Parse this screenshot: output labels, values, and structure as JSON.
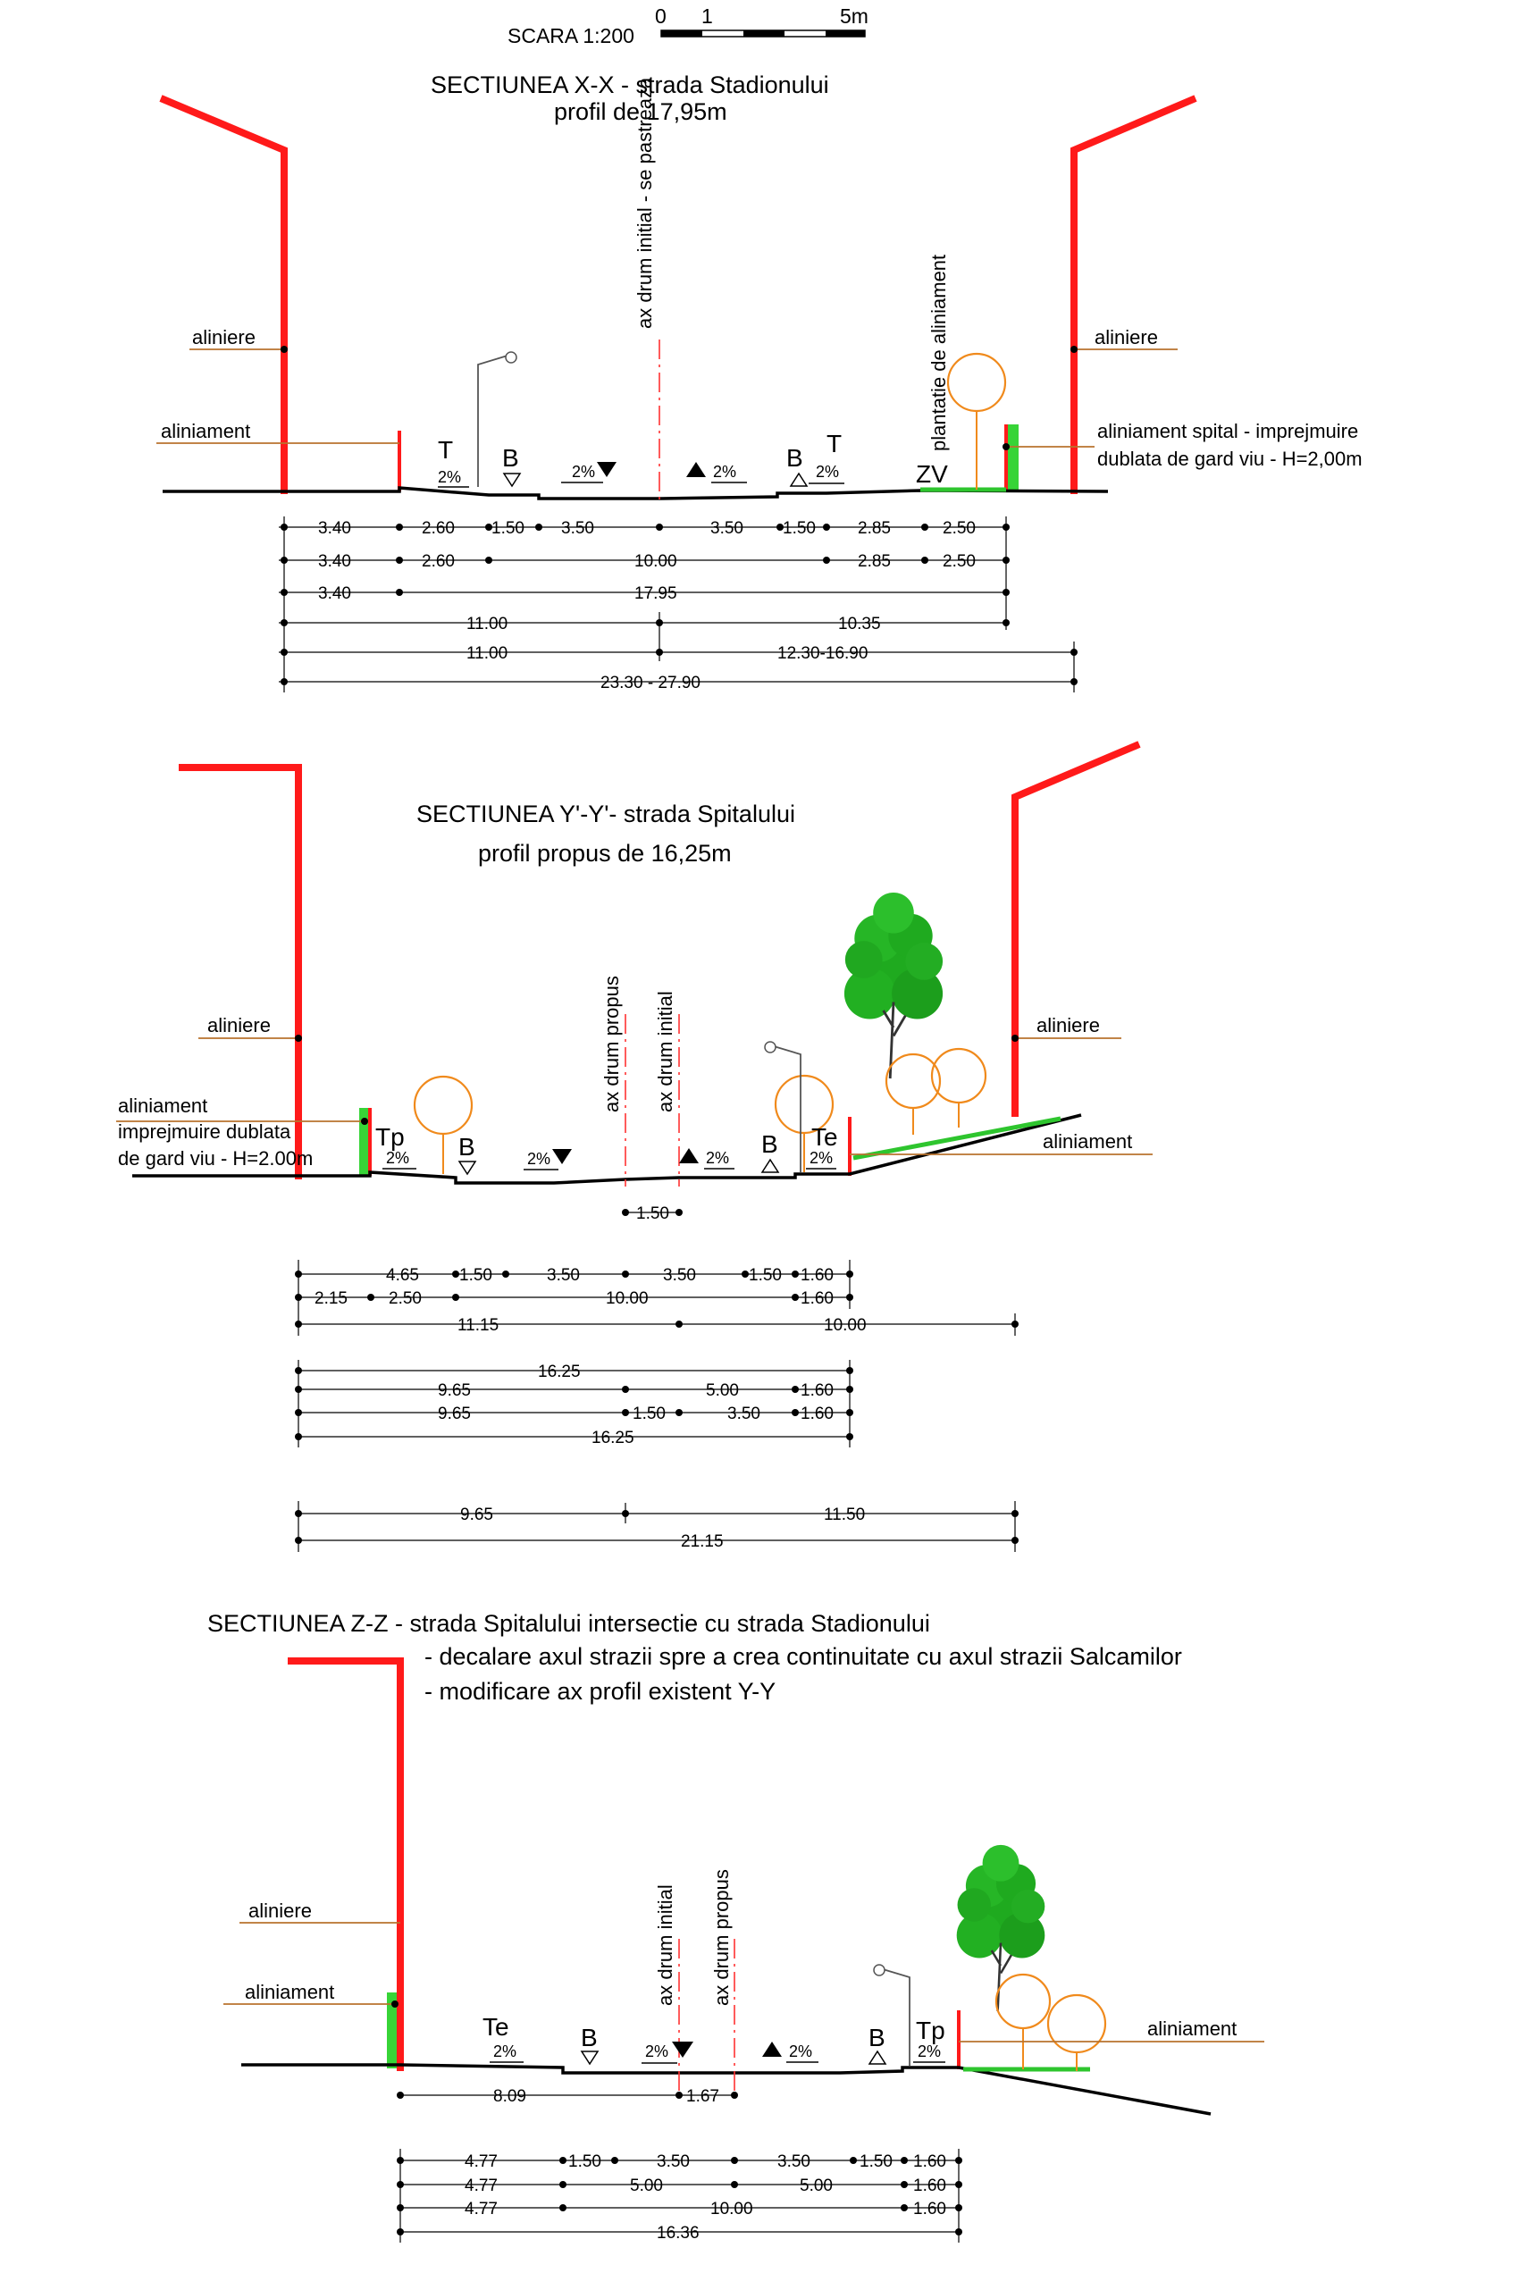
{
  "scale": {
    "label": "SCARA 1:200",
    "ticks": [
      "0",
      "1",
      "5m"
    ]
  },
  "section_x": {
    "title": "SECTIUNEA X-X - strada Stadionului",
    "subtitle": "profil de 17,95m",
    "labels": {
      "aliniere_left": "aliniere",
      "aliniere_right": "aliniere",
      "aliniament_left": "aliniament",
      "aliniament_spital_1": "aliniament spital - imprejmuire",
      "aliniament_spital_2": "dublata de gard viu - H=2,00m",
      "axis": "ax drum initial - se pastreaza",
      "plantatie": "plantatie de aliniament"
    },
    "codes": [
      "T",
      "B",
      "B",
      "T",
      "ZV"
    ],
    "slopes": [
      "2%",
      "2%",
      "2%",
      "2%"
    ],
    "dims": {
      "row1": [
        "3.40",
        "2.60",
        "1.50",
        "3.50",
        "3.50",
        "1.50",
        "2.85",
        "2.50"
      ],
      "row2": [
        "3.40",
        "2.60",
        "10.00",
        "2.85",
        "2.50"
      ],
      "row3": [
        "3.40",
        "17.95"
      ],
      "row4": [
        "11.00",
        "10.35"
      ],
      "row5": [
        "11.00",
        "12.30-16.90"
      ],
      "row6": [
        "23.30 - 27.90"
      ]
    }
  },
  "section_y": {
    "title": "SECTIUNEA Y'-Y'- strada Spitalului",
    "subtitle": "profil propus de 16,25m",
    "labels": {
      "aliniere_left": "aliniere",
      "aliniere_right": "aliniere",
      "aliniament_left_1": "aliniament",
      "aliniament_left_2": "imprejmuire dublata",
      "aliniament_left_3": "de gard viu - H=2.00m",
      "aliniament_right": "aliniament",
      "axis_propus": "ax drum propus",
      "axis_initial": "ax drum initial"
    },
    "codes": [
      "Tp",
      "B",
      "B",
      "Te"
    ],
    "slopes": [
      "2%",
      "2%",
      "2%",
      "2%"
    ],
    "axis_offset": "1.50",
    "dims": {
      "row1": [
        "4.65",
        "1.50",
        "3.50",
        "3.50",
        "1.50",
        "1.60"
      ],
      "row2": [
        "2.15",
        "2.50",
        "10.00",
        "1.60"
      ],
      "row3": [
        "11.15",
        "10.00"
      ],
      "row4": [
        "16.25"
      ],
      "row5": [
        "9.65",
        "5.00",
        "1.60"
      ],
      "row6": [
        "9.65",
        "1.50",
        "3.50",
        "1.60"
      ],
      "row7": [
        "16.25"
      ],
      "row8": [
        "9.65",
        "11.50"
      ],
      "row9": [
        "21.15"
      ]
    }
  },
  "section_z": {
    "title": "SECTIUNEA Z-Z - strada Spitalului intersectie cu strada Stadionului",
    "notes": [
      "- decalare axul strazii spre a crea continuitate cu axul strazii Salcamilor",
      "- modificare ax profil existent Y-Y"
    ],
    "labels": {
      "aliniere": "aliniere",
      "aliniament_left": "aliniament",
      "aliniament_right": "aliniament",
      "axis_initial": "ax drum initial",
      "axis_propus": "ax drum propus"
    },
    "codes": [
      "Te",
      "B",
      "B",
      "Tp"
    ],
    "slopes": [
      "2%",
      "2%",
      "2%",
      "2%"
    ],
    "offsets": [
      "8.09",
      "1.67"
    ],
    "dims": {
      "row1": [
        "4.77",
        "1.50",
        "3.50",
        "3.50",
        "1.50",
        "1.60"
      ],
      "row2": [
        "4.77",
        "5.00",
        "5.00",
        "1.60"
      ],
      "row3": [
        "4.77",
        "10.00",
        "1.60"
      ],
      "row4": [
        "16.36"
      ]
    }
  }
}
